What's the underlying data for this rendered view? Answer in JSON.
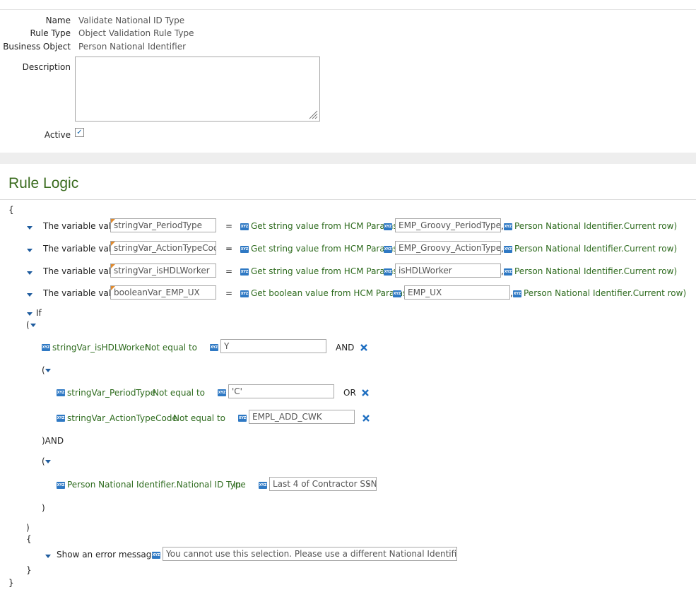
{
  "details": {
    "name_label": "Name",
    "name_value": "Validate National ID Type",
    "ruletype_label": "Rule Type",
    "ruletype_value": "Object Validation Rule Type",
    "bo_label": "Business Object",
    "bo_value": "Person National Identifier",
    "description_label": "Description",
    "description_value": "",
    "active_label": "Active",
    "active_checked": true
  },
  "rule_logic": {
    "title": "Rule Logic",
    "open_brace": "{",
    "close_brace": "}",
    "assignments": [
      {
        "label": "The variable value",
        "variable": "stringVar_PeriodType",
        "equals": "=",
        "function": "Get string value from HCM Params(",
        "param": "EMP_Groovy_PeriodType",
        "comma": ",",
        "context": "Person National Identifier.Current row)"
      },
      {
        "label": "The variable value",
        "variable": "stringVar_ActionTypeCode",
        "equals": "=",
        "function": "Get string value from HCM Params(",
        "param": "EMP_Groovy_ActionTypeC",
        "comma": ",",
        "context": "Person National Identifier.Current row)"
      },
      {
        "label": "The variable value",
        "variable": "stringVar_isHDLWorker",
        "equals": "=",
        "function": "Get string value from HCM Params(",
        "param": "isHDLWorker",
        "comma": ",",
        "context": "Person National Identifier.Current row)"
      },
      {
        "label": "The variable value",
        "variable": "booleanVar_EMP_UX",
        "equals": "=",
        "function": "Get boolean value from HCM Params(",
        "param": "EMP_UX",
        "comma": ",",
        "context": "Person National Identifier.Current row)"
      }
    ],
    "if_label": "If",
    "open_paren": "(",
    "close_paren": ")",
    "cond1": {
      "field": "stringVar_isHDLWorker",
      "operator": "Not equal to",
      "value": "Y",
      "join": "AND"
    },
    "group1_open": "(",
    "cond2": {
      "field": "stringVar_PeriodType",
      "operator": "Not equal to",
      "value": "'C'",
      "join": "OR"
    },
    "cond3": {
      "field": "stringVar_ActionTypeCode",
      "operator": "Not equal to",
      "value": "EMPL_ADD_CWK"
    },
    "group1_close": ")AND",
    "group2_open": "(",
    "cond4": {
      "field": "Person National Identifier.National ID Type",
      "operator": "In",
      "value": "Last 4 of Contractor SSN"
    },
    "group2_close": ")",
    "if_close_paren": ")",
    "then_open": "{",
    "action_label": "Show an error message",
    "action_message": "You cannot use this selection. Please use a different National Identifier Type.",
    "then_close": "}",
    "final_close": "}"
  },
  "icons": {
    "expand": "chevron-down-icon",
    "expression": "xyz-expression-icon",
    "delete": "delete-x-icon",
    "check": "check-icon"
  },
  "colors": {
    "green_text": "#2e6b1e",
    "title_green": "#3b6c1f",
    "accent_blue": "#1f5c9e",
    "flag_orange": "#e08a2e"
  }
}
